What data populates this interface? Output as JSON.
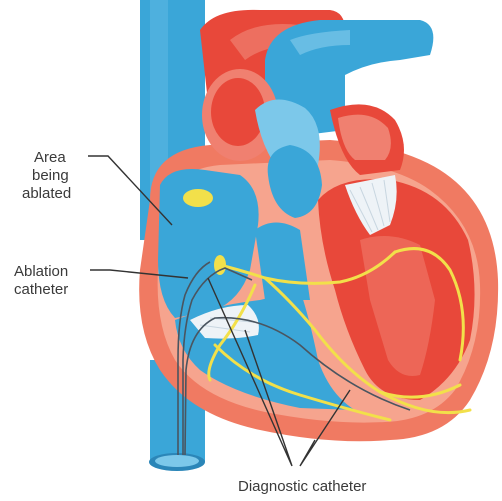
{
  "labels": {
    "area_line1": "Area",
    "area_line2": "being",
    "area_line3": "ablated",
    "ablation_line1": "Ablation",
    "ablation_line2": "catheter",
    "diagnostic": "Diagnostic catheter"
  },
  "colors": {
    "vessel_blue": "#3aa6d8",
    "vessel_blue_light": "#7cc8ea",
    "vessel_blue_dark": "#2b86b8",
    "red": "#e8483a",
    "red_light": "#f08070",
    "myocardium": "#f07a62",
    "myocardium_light": "#f6a48e",
    "conduction_yellow": "#f2e04a",
    "valve_white": "#eef3f7",
    "leader_line": "#333333"
  }
}
